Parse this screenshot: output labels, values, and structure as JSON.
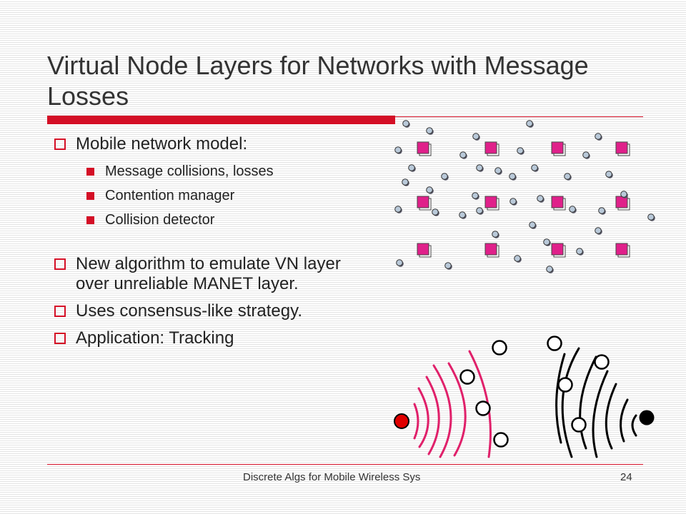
{
  "slide": {
    "title": "Virtual Node Layers for Networks with Message Losses",
    "bullets": [
      {
        "text": "Mobile network model:",
        "sub": [
          "Message collisions, losses",
          "Contention manager",
          "Collision detector"
        ]
      },
      {
        "text": "New algorithm to emulate VN layer over unreliable MANET layer."
      },
      {
        "text": "Uses consensus-like strategy."
      },
      {
        "text": "Application:  Tracking"
      }
    ],
    "footer": "Discrete Algs for Mobile Wireless Sys",
    "page_number": "24"
  },
  "colors": {
    "accent_red": "#d40f26",
    "virtual_node_magenta": "#e0208a",
    "node_blue": "#b9c9d9",
    "source_node_red": "#e00000",
    "target_node_black": "#000000"
  }
}
